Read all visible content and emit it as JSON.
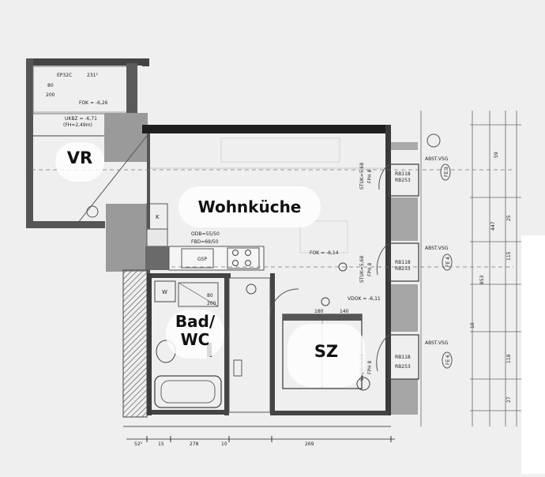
{
  "rooms": {
    "vr": "VR",
    "wohnkueche": "Wohnküche",
    "bad_line1": "Bad/",
    "bad_line2": "WC",
    "sz": "SZ"
  },
  "annotations": {
    "ep": "EP32C",
    "ep_num": "231²",
    "vr_top_a": "80",
    "vr_top_b": "200",
    "vr_fok": "FOK = -6,26",
    "vr_ukbz": "UKBZ = -6,71",
    "vr_fh": "(FH=2,49m)",
    "wk_stuk1": "STUK=5,68",
    "wk_fph": "FPH 8",
    "wk_rb1": "RB118",
    "wk_rb1b": "RB253",
    "wk_fok": "FOK = -6,14",
    "wk_stuk2": "STUK=5,68",
    "wk_fph2": "FPH 8",
    "wk_rb2": "RB118",
    "wk_rb2b": "RB253",
    "kitchen_k": "K",
    "kitchen_gsp": "GSP",
    "kitchen_odb": "ODB=55/50",
    "kitchen_fbd": "FBD=69/50",
    "bad_w": "W",
    "bad_80": "80",
    "bad_200": "200",
    "sz_180": "180",
    "sz_140": "140",
    "sz_vdok": "VDOK = -6,11",
    "sz_stuk": "STUK=5,68",
    "sz_fph": "FPH 8",
    "sz_rb1": "RB118",
    "sz_rb2": "RB253",
    "bottom_a": "52⁵",
    "bottom_b": "15",
    "bottom_c": "278",
    "bottom_d": "10",
    "bottom_e": "269",
    "abst_1": "ABST.VSG",
    "abst_2": "ABST.VSG",
    "abst_3": "ABST.VSG",
    "fe_1": "FE 3",
    "fe_2": "FE 4",
    "fe_3": "FE 6",
    "right_447": "447",
    "right_853": "853",
    "right_10": "10",
    "right_25": "25",
    "right_115": "115",
    "right_118": "118",
    "right_59": "59",
    "right_27": "27"
  }
}
